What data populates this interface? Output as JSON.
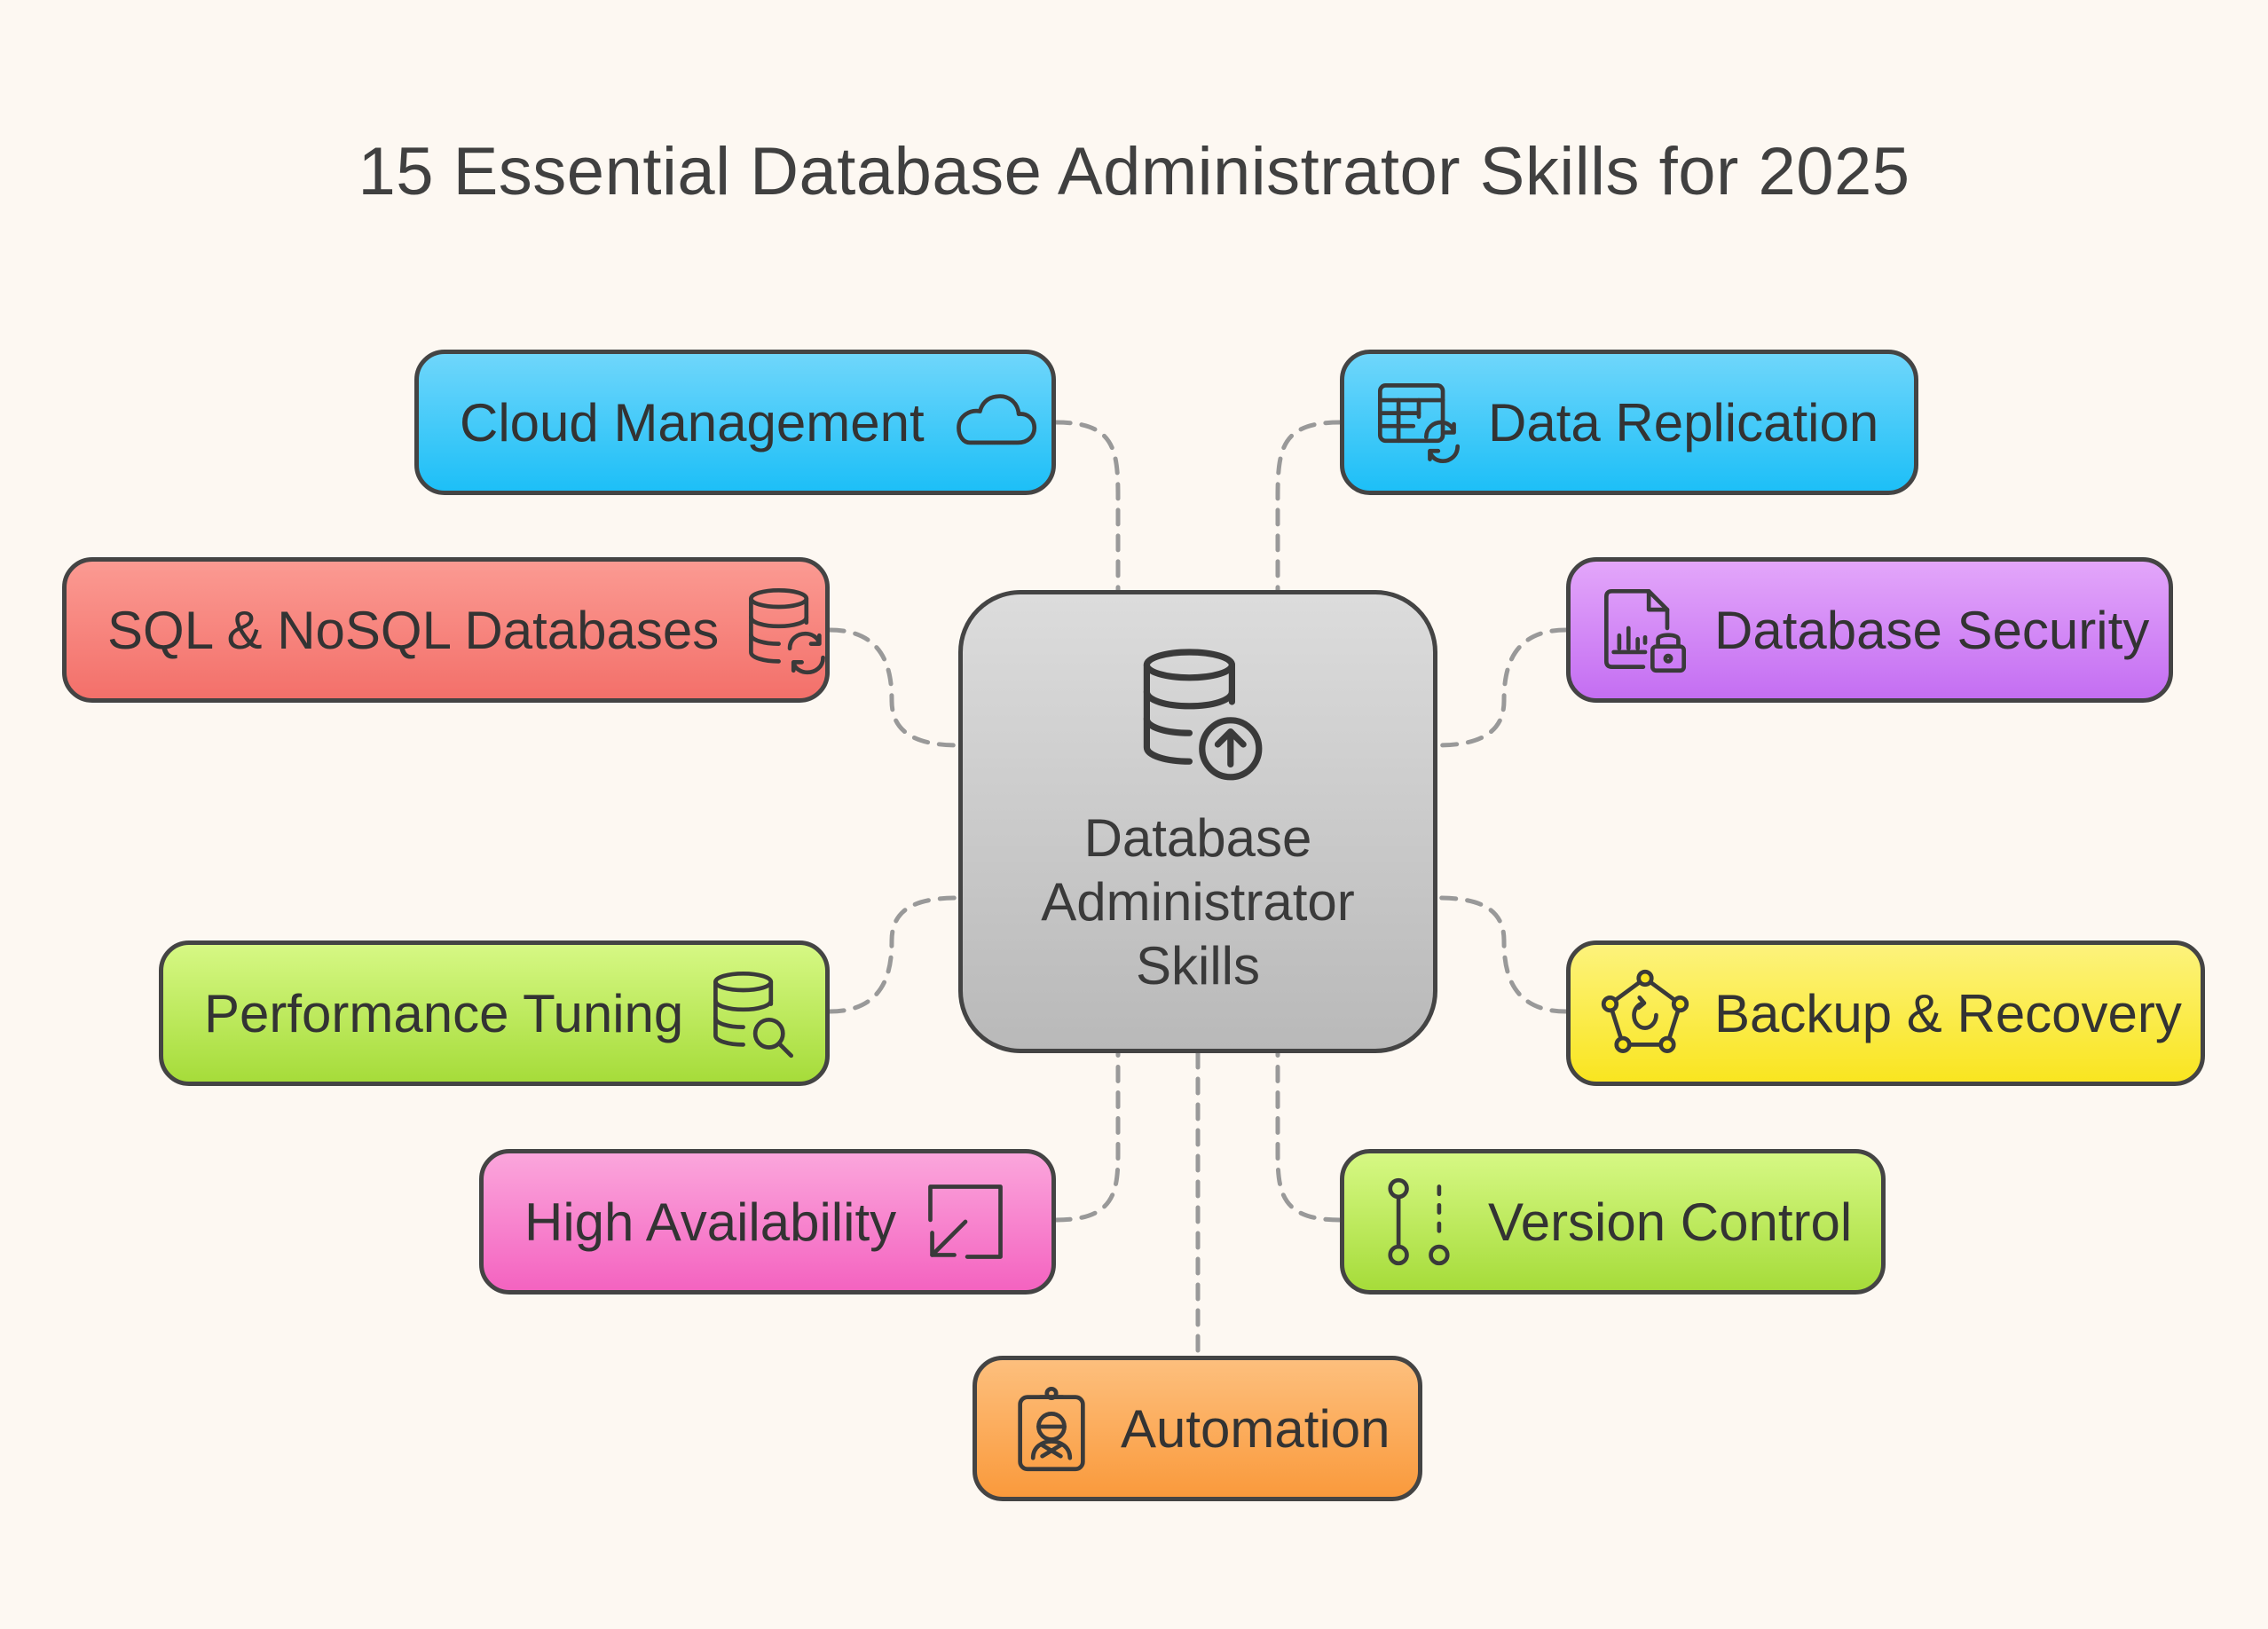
{
  "title": "15 Essential Database Administrator Skills for 2025",
  "center": {
    "label": "Database Administrator Skills",
    "icon": "database-upload-icon"
  },
  "skills": [
    {
      "label": "Cloud Management",
      "icon": "cloud-icon",
      "color": "#1dbff7"
    },
    {
      "label": "Data Replication",
      "icon": "table-sync-icon",
      "color": "#1dbff7"
    },
    {
      "label": "SQL & NoSQL Databases",
      "icon": "database-sync-icon",
      "color": "#f3706a"
    },
    {
      "label": "Database Security",
      "icon": "file-chart-lock-icon",
      "color": "#c46ef2"
    },
    {
      "label": "Performance Tuning",
      "icon": "database-search-icon",
      "color": "#a6dc3a"
    },
    {
      "label": "Backup & Recovery",
      "icon": "network-restore-icon",
      "color": "#f9e520"
    },
    {
      "label": "High Availability",
      "icon": "resize-arrow-icon",
      "color": "#f463c0"
    },
    {
      "label": "Version Control",
      "icon": "git-branch-icon",
      "color": "#a6dc3a"
    },
    {
      "label": "Automation",
      "icon": "robot-badge-icon",
      "color": "#fa9a3c"
    }
  ]
}
